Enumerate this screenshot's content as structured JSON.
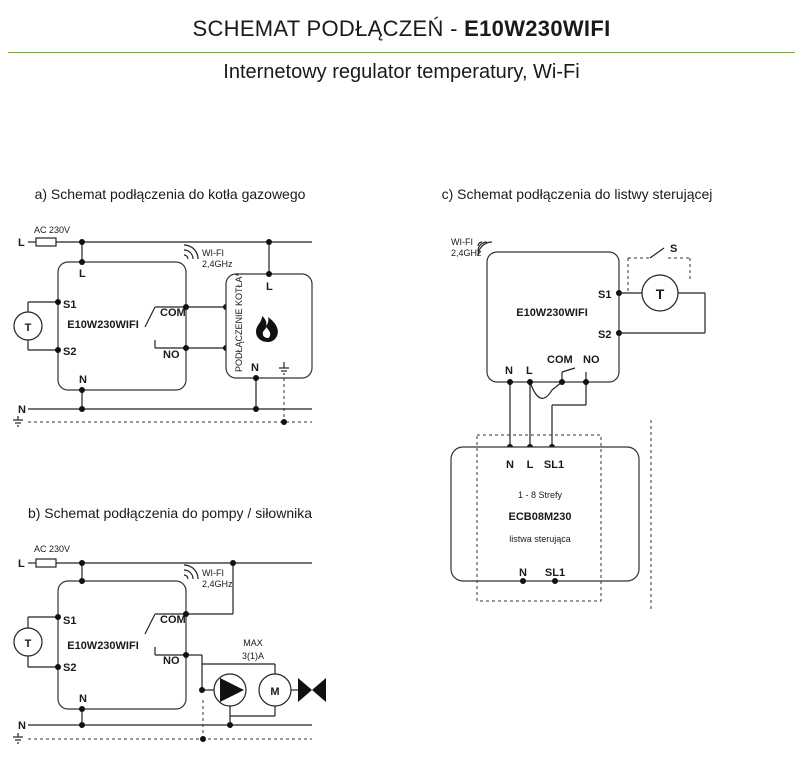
{
  "header": {
    "title_prefix": "SCHEMAT PODŁĄCZEŃ - ",
    "title_model": "E10W230WIFI",
    "subtitle": "Internetowy regulator temperatury, Wi-Fi"
  },
  "diagram_a": {
    "caption": "a) Schemat podłączenia do kotła gazowego",
    "supply": "AC 230V",
    "line_L": "L",
    "line_N": "N",
    "wifi": [
      "WI-FI",
      "2,4GHz"
    ],
    "device": "E10W230WIFI",
    "terminals": {
      "L": "L",
      "S1": "S1",
      "S2": "S2",
      "N": "N",
      "COM": "COM",
      "NO": "NO"
    },
    "sensor": "T",
    "boiler_label": "PODŁĄCZENIE KOTŁA*",
    "boiler_L": "L",
    "boiler_N": "N"
  },
  "diagram_b": {
    "caption": "b) Schemat podłączenia do pompy / siłownika",
    "supply": "AC 230V",
    "line_L": "L",
    "line_N": "N",
    "wifi": [
      "WI-FI",
      "2,4GHz"
    ],
    "device": "E10W230WIFI",
    "terminals": {
      "S1": "S1",
      "S2": "S2",
      "N": "N",
      "COM": "COM",
      "NO": "NO"
    },
    "sensor": "T",
    "max": [
      "MAX",
      "3(1)A"
    ],
    "motor": "M"
  },
  "diagram_c": {
    "caption": "c) Schemat podłączenia do listwy sterującej",
    "wifi": [
      "WI-FI",
      "2,4GHz"
    ],
    "device": "E10W230WIFI",
    "terminals": {
      "S1": "S1",
      "S2": "S2",
      "N": "N",
      "L": "L",
      "COM": "COM",
      "NO": "NO"
    },
    "switch": "S",
    "sensor": "T",
    "strip_terminals_top": [
      "N",
      "L",
      "SL1"
    ],
    "strip_zones": "1 - 8 Strefy",
    "strip_model": "ECB08M230",
    "strip_name": "listwa sterująca",
    "strip_terminals_bottom": [
      "N",
      "SL1"
    ]
  }
}
